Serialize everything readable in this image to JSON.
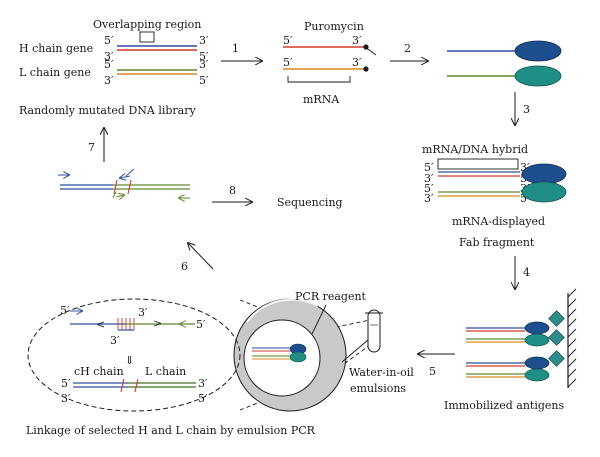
{
  "labels": {
    "overlapping_region": "Overlapping region",
    "h_chain_gene": "H chain gene",
    "l_chain_gene": "L chain gene",
    "library": "Randomly mutated DNA library",
    "puromycin": "Puromycin",
    "mrna": "mRNA",
    "hybrid": "mRNA/DNA hybrid",
    "mrna_displayed": "mRNA-displayed",
    "fab_fragment": "Fab fragment",
    "sequencing": "Sequencing",
    "pcr_reagent": "PCR reagent",
    "water_in_oil": "Water-in-oil",
    "emulsions": "emulsions",
    "immobilized_antigens": "Immobilized antigens",
    "ch_chain": "cH chain",
    "l_chain": "L chain",
    "linkage_caption": "Linkage of selected H and L chain by emulsion PCR"
  },
  "primes": {
    "five": "5′",
    "three": "3′"
  },
  "steps": [
    "1",
    "2",
    "3",
    "4",
    "5",
    "6",
    "7",
    "8"
  ],
  "colors": {
    "h_dna": "#2c4fa3",
    "l_dna": "#5d8a2e",
    "rna_red": "#d23b2a",
    "rna_orange": "#d98a1f",
    "fab_h": "#1d4f8f",
    "fab_l": "#1f8f86",
    "antigen": "#2e8b8b",
    "text": "#1a1a1a"
  }
}
